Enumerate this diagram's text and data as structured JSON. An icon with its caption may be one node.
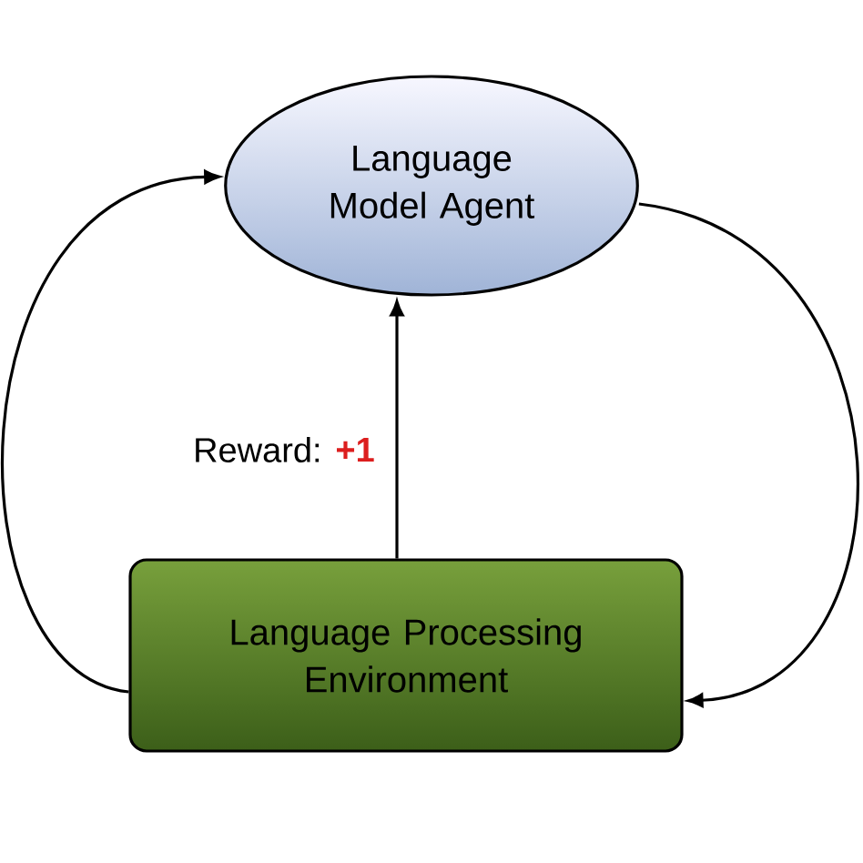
{
  "diagram": {
    "nodes": [
      {
        "text": [
          "Language Model Agent"
        ]
      },
      {
        "text": [
          "Language Processing Environment"
        ]
      }
    ],
    "edges": [
      {
        "from": 1,
        "to": 0,
        "arrow": "to",
        "label": "Reward:"
      },
      {
        "from": 1,
        "to": 0,
        "arrow": "to"
      },
      {
        "from": 0,
        "to": 1,
        "arrow": "to"
      }
    ],
    "labels": [
      "+1"
    ]
  }
}
